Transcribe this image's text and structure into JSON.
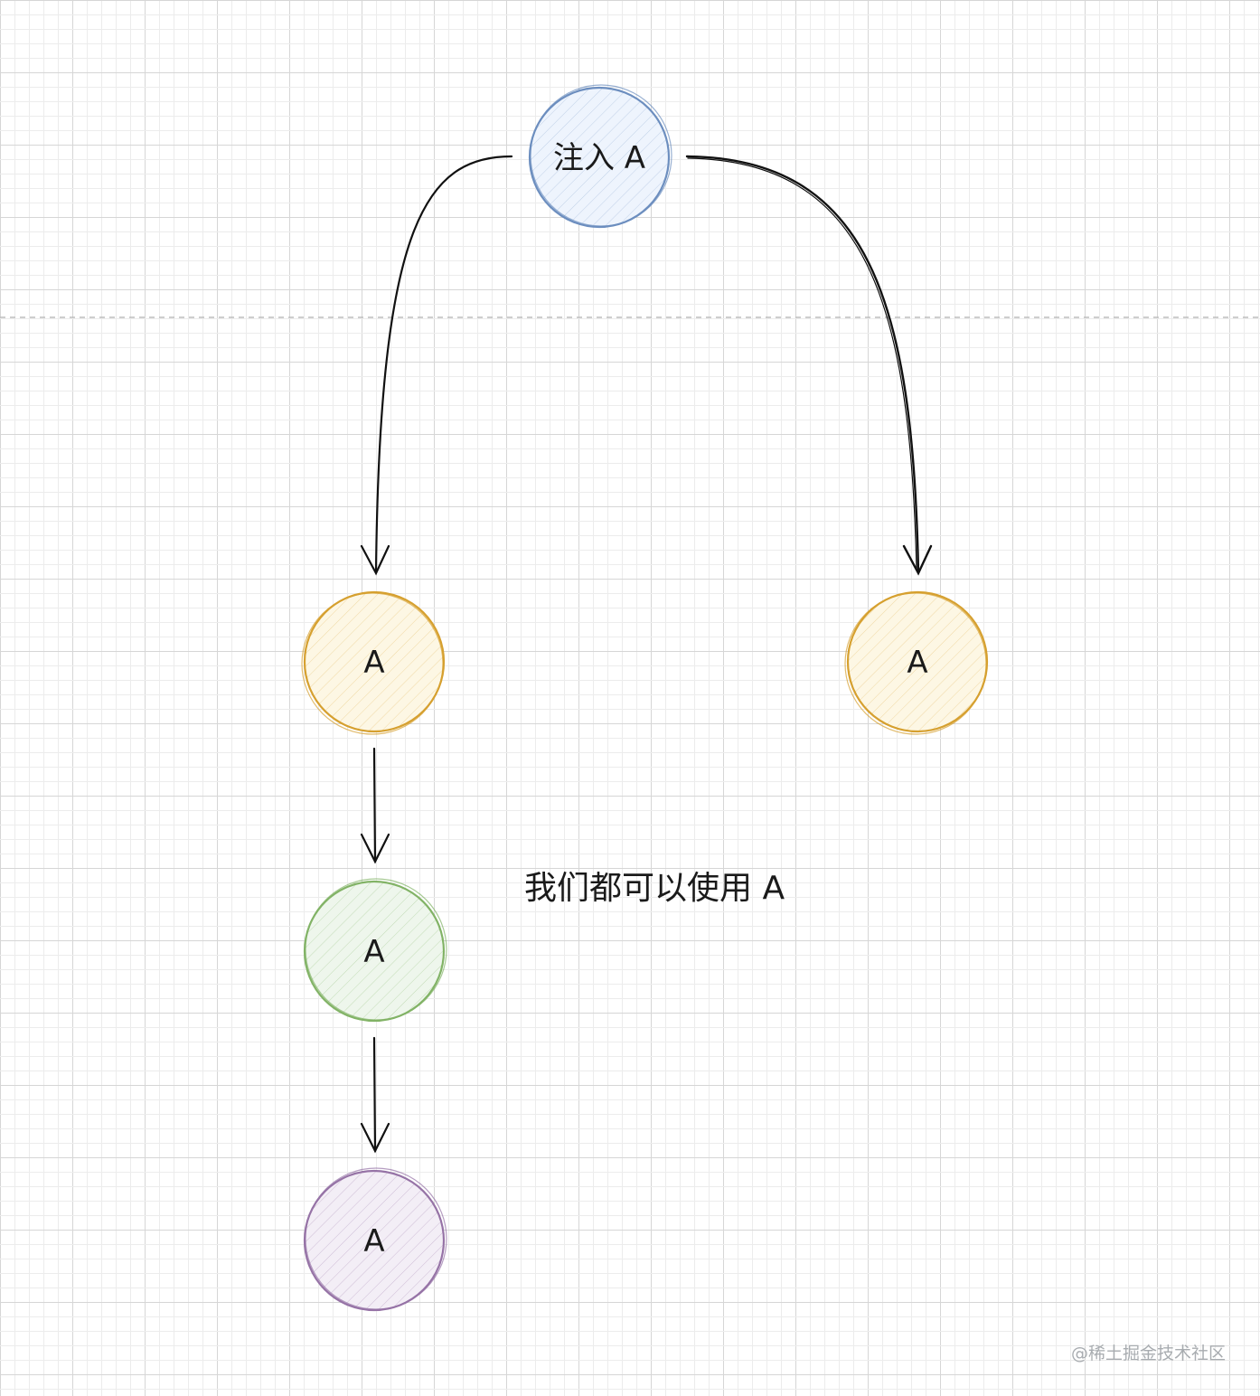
{
  "nodes": {
    "root": {
      "label": "注入 A",
      "stroke": "#6c8ebf",
      "fill": "#dae8fc"
    },
    "left_child": {
      "label": "A",
      "stroke": "#d6a02f",
      "fill": "#fdf1cf"
    },
    "right_child": {
      "label": "A",
      "stroke": "#d6a02f",
      "fill": "#fdf1cf"
    },
    "grandchild": {
      "label": "A",
      "stroke": "#82b366",
      "fill": "#d5e8d4"
    },
    "great_grandchild": {
      "label": "A",
      "stroke": "#9673a6",
      "fill": "#e1d5e7"
    }
  },
  "note": "我们都可以使用 A",
  "watermark": "@稀土掘金技术社区",
  "colors": {
    "grid_minor": "#ececec",
    "grid_major": "#d6d6d6",
    "arrow": "#111111",
    "dashed_line": "#bdbdbd"
  }
}
